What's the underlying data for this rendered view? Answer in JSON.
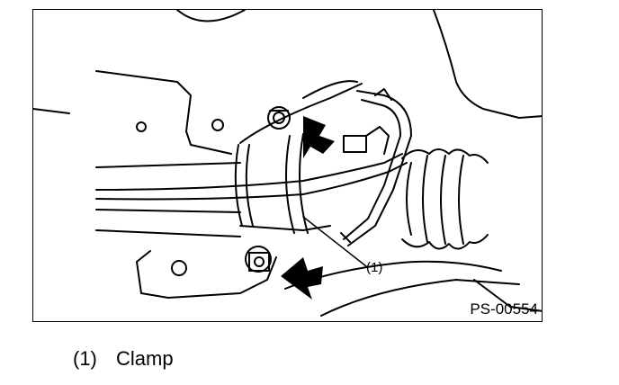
{
  "figure": {
    "code": "PS-00554",
    "callout": "(1)"
  },
  "legend": {
    "items": [
      {
        "number": "(1)",
        "label": "Clamp"
      }
    ]
  }
}
